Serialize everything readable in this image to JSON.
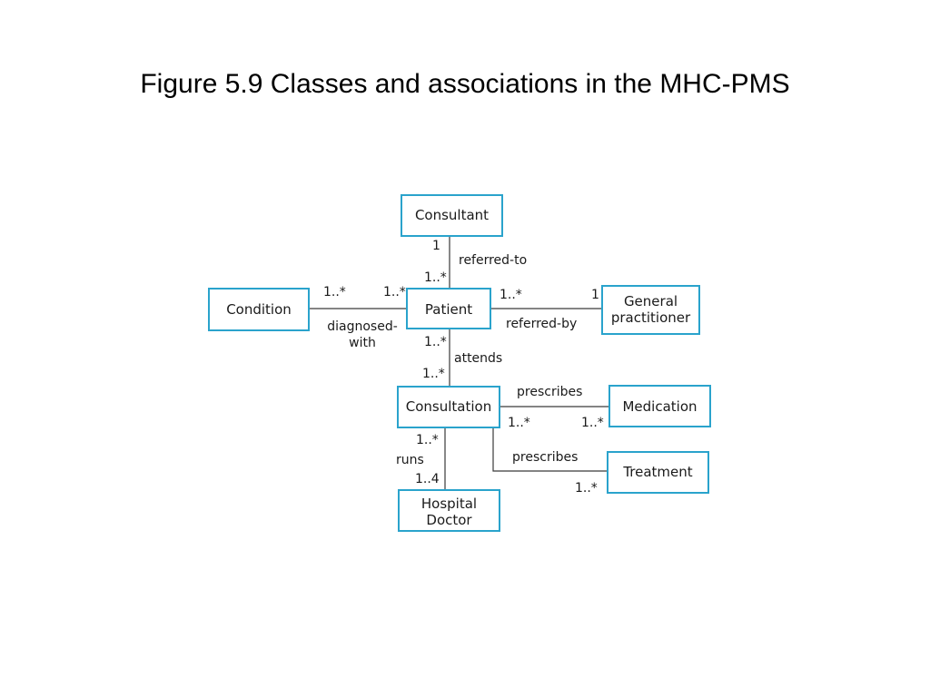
{
  "title": "Figure 5.9 Classes and associations in the MHC-PMS",
  "diagram": {
    "classes": {
      "consultant": "Consultant",
      "condition": "Condition",
      "patient": "Patient",
      "gp_line1": "General",
      "gp_line2": "practitioner",
      "consultation": "Consultation",
      "medication": "Medication",
      "treatment": "Treatment",
      "hospital_doctor_line1": "Hospital",
      "hospital_doctor_line2": "Doctor"
    },
    "associations": {
      "referred_to": "referred-to",
      "diagnosed_with_line1": "diagnosed-",
      "diagnosed_with_line2": "with",
      "referred_by": "referred-by",
      "attends": "attends",
      "prescribes_medication": "prescribes",
      "prescribes_treatment": "prescribes",
      "runs": "runs"
    },
    "multiplicities": {
      "consultant_end": "1",
      "patient_referred_to_end": "1..*",
      "condition_end": "1..*",
      "patient_diagnosed_end": "1..*",
      "patient_referred_by_end": "1..*",
      "gp_end": "1",
      "patient_attends_end": "1..*",
      "consultation_attends_end": "1..*",
      "consultation_medication_end": "1..*",
      "medication_end": "1..*",
      "consultation_runs_end": "1..*",
      "hospital_doctor_end": "1..4",
      "treatment_end": "1..*"
    }
  }
}
